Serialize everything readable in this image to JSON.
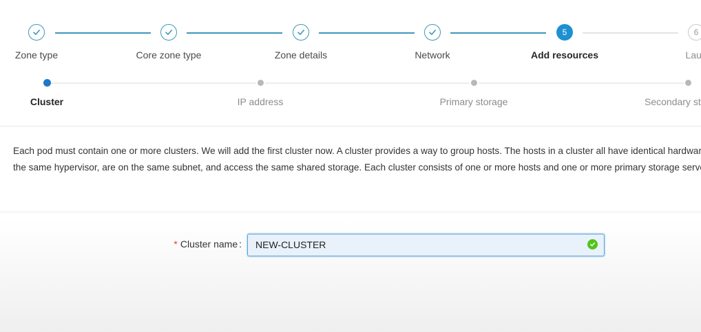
{
  "steps": [
    {
      "label": "Zone type",
      "state": "done"
    },
    {
      "label": "Core zone type",
      "state": "done"
    },
    {
      "label": "Zone details",
      "state": "done"
    },
    {
      "label": "Network",
      "state": "done"
    },
    {
      "label": "Add resources",
      "state": "active",
      "number": "5"
    },
    {
      "label": "Laun",
      "state": "pending",
      "number": "6"
    }
  ],
  "substeps": [
    {
      "label": "Cluster",
      "state": "active"
    },
    {
      "label": "IP address",
      "state": "pending"
    },
    {
      "label": "Primary storage",
      "state": "pending"
    },
    {
      "label": "Secondary st",
      "state": "pending"
    }
  ],
  "description": "Each pod must contain one or more clusters. We will add the first cluster now. A cluster provides a way to group hosts. The hosts in a cluster all have identical hardware, run the same hypervisor, are on the same subnet, and access the same shared storage. Each cluster consists of one or more hosts and one or more primary storage servers.",
  "form": {
    "cluster_name": {
      "required_mark": "*",
      "label": "Cluster name",
      "value": "NEW-CLUSTER",
      "status": "valid"
    }
  },
  "colors": {
    "primary": "#1e90d1",
    "done_step": "#3d96ba",
    "success": "#52c41a",
    "required": "#e0442f"
  }
}
